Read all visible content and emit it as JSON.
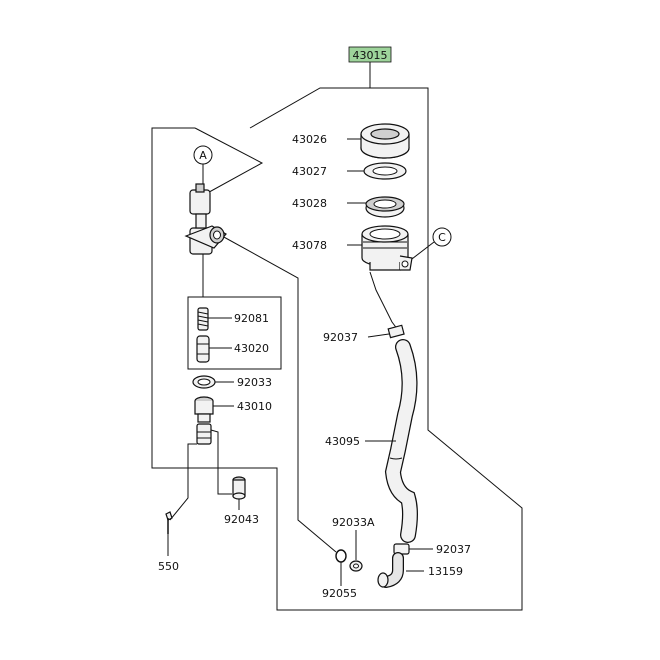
{
  "assembly": {
    "number": "43015",
    "highlight_color": "#9ed49b"
  },
  "callouts": [
    {
      "id": "c-a",
      "letter": "A"
    },
    {
      "id": "c-c",
      "letter": "C"
    }
  ],
  "parts": {
    "p43026": "43026",
    "p43027": "43027",
    "p43028": "43028",
    "p43078": "43078",
    "p92037a": "92037",
    "p43095": "43095",
    "p92033a": "92033A",
    "p92037b": "92037",
    "p13159": "13159",
    "p92055": "92055",
    "p92081": "92081",
    "p43020": "43020",
    "p92033": "92033",
    "p43010": "43010",
    "p92043": "92043",
    "p550": "550"
  }
}
